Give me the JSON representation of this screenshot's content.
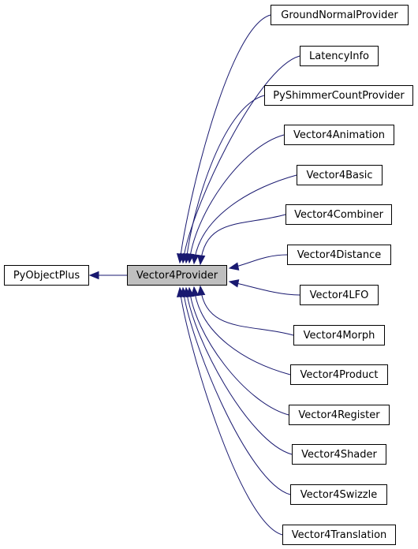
{
  "diagram": {
    "type": "inheritance-graph",
    "edge_color": "#191970",
    "base": {
      "id": "base",
      "label": "PyObjectPlus"
    },
    "current": {
      "id": "current",
      "label": "Vector4Provider",
      "fill": "#bfbfbf"
    },
    "subclasses": [
      {
        "id": "c0",
        "label": "GroundNormalProvider"
      },
      {
        "id": "c1",
        "label": "LatencyInfo"
      },
      {
        "id": "c2",
        "label": "PyShimmerCountProvider"
      },
      {
        "id": "c3",
        "label": "Vector4Animation"
      },
      {
        "id": "c4",
        "label": "Vector4Basic"
      },
      {
        "id": "c5",
        "label": "Vector4Combiner"
      },
      {
        "id": "c6",
        "label": "Vector4Distance"
      },
      {
        "id": "c7",
        "label": "Vector4LFO"
      },
      {
        "id": "c8",
        "label": "Vector4Morph"
      },
      {
        "id": "c9",
        "label": "Vector4Product"
      },
      {
        "id": "c10",
        "label": "Vector4Register"
      },
      {
        "id": "c11",
        "label": "Vector4Shader"
      },
      {
        "id": "c12",
        "label": "Vector4Swizzle"
      },
      {
        "id": "c13",
        "label": "Vector4Translation"
      }
    ]
  }
}
